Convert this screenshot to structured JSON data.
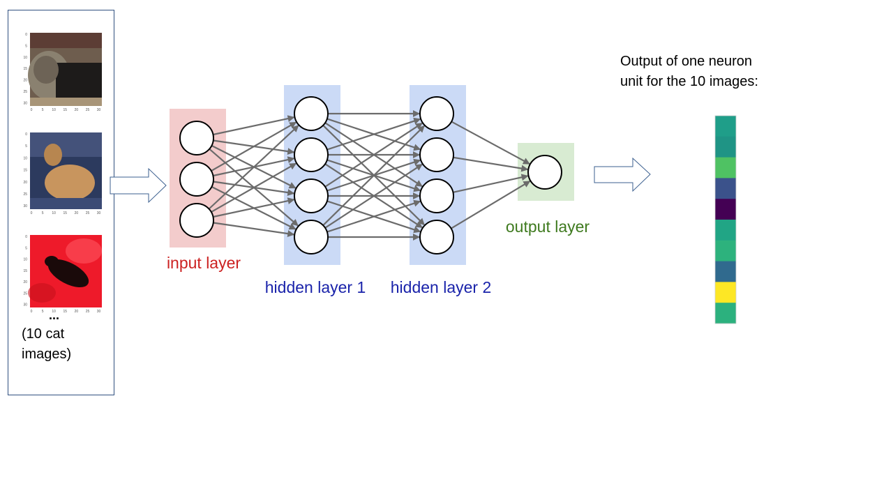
{
  "images_panel": {
    "ellipsis": "...",
    "caption_line1": "(10 cat",
    "caption_line2": "images)",
    "tick_labels_y": [
      "0",
      "5",
      "10",
      "15",
      "20",
      "25",
      "30"
    ],
    "tick_labels_x": [
      "0",
      "5",
      "10",
      "15",
      "20",
      "25",
      "30"
    ]
  },
  "network": {
    "input_label": "input layer",
    "hidden1_label": "hidden layer 1",
    "hidden2_label": "hidden layer 2",
    "output_label": "output layer",
    "input_color": "#cc2222",
    "hidden_color": "#1a23aa",
    "output_color": "#3f7a1f",
    "input_nodes": 3,
    "hidden1_nodes": 4,
    "hidden2_nodes": 4,
    "output_nodes": 1
  },
  "output_panel": {
    "title_line1": "Output of one neuron",
    "title_line2": "unit for the 10 images:",
    "cell_colors": [
      "#1f9e89",
      "#1f9485",
      "#4fc263",
      "#3b528b",
      "#440154",
      "#21a585",
      "#2db27d",
      "#306a8e",
      "#fde725",
      "#2cb17e"
    ]
  }
}
